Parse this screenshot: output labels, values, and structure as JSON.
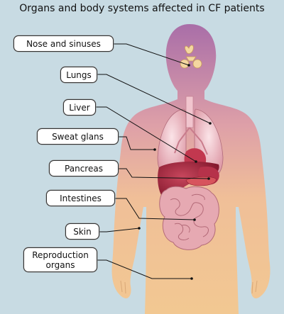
{
  "title": "Organs and body systems affected in CF patients",
  "labels": {
    "nose": "Nose and sinuses",
    "lungs": "Lungs",
    "liver": "Liver",
    "sweat": "Sweat glans",
    "pancreas": "Pancreas",
    "intestines": "Intestines",
    "skin": "Skin",
    "reproduction_line1": "Reproduction",
    "reproduction_line2": "organs"
  },
  "colors": {
    "background": "#c8dbe3",
    "body_top": "#a96ea8",
    "body_bottom": "#f2c892",
    "lungs": "#e9b2bd",
    "liver": "#a3243c",
    "intestines": "#e3a6b0",
    "nasal": "#f4d7a0"
  }
}
